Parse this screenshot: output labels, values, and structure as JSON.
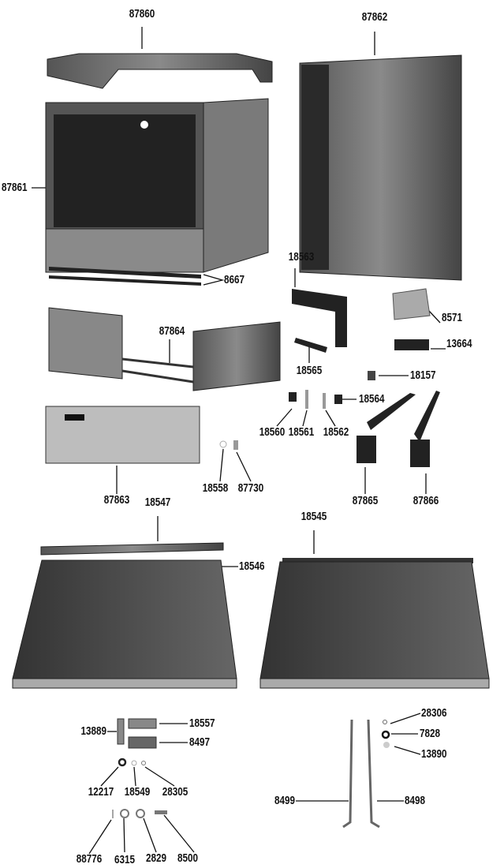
{
  "callouts": {
    "top_panel": "87860",
    "side_panel": "87862",
    "cabinet": "87861",
    "bracket_18563": "18563",
    "strips": "8667",
    "box_8571": "8571",
    "latch_13664": "13664",
    "drawer_frame": "87864",
    "plate_18565": "18565",
    "clip_18157": "18157",
    "clip_18564": "18564",
    "clip_18560": "18560",
    "screw_18561": "18561",
    "screw_18562": "18562",
    "ring_18558": "18558",
    "nut_87730": "87730",
    "drawer_front": "87863",
    "arm_87865": "87865",
    "arm_87866": "87866",
    "hinge_strip_18547": "18547",
    "hinge_strip_18545": "18545",
    "lid_18546": "18546",
    "washer_28306": "28306",
    "washer_7828": "7828",
    "washer_13890": "13890",
    "hinge_13889": "13889",
    "plate_18557": "18557",
    "catch_8497": "8497",
    "washer_12217": "12217",
    "washer_18549": "18549",
    "washer_28305": "28305",
    "rod_8499": "8499",
    "rod_8498": "8498",
    "pin_88776": "88776",
    "washer_6315": "6315",
    "washer_2829": "2829",
    "bolt_8500": "8500"
  }
}
